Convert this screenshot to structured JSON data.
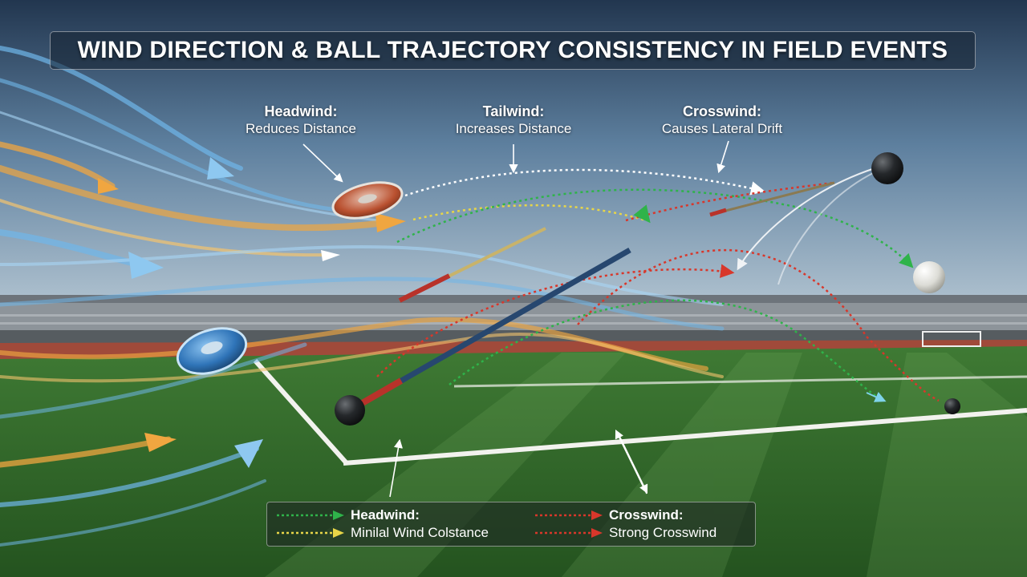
{
  "title": "WIND DIRECTION & BALL TRAJECTORY CONSISTENCY IN FIELD EVENTS",
  "callouts": {
    "headwind": {
      "heading": "Headwind:",
      "sub": "Reduces Distance"
    },
    "tailwind": {
      "heading": "Tailwind:",
      "sub": "Increases Distance"
    },
    "crosswind": {
      "heading": "Crosswind:",
      "sub": "Causes Lateral Drift"
    }
  },
  "legend": {
    "items": [
      {
        "label": "Headwind:",
        "color": "#2fb34a",
        "bold": true
      },
      {
        "label": "Minilal Wind Colstance",
        "color": "#e8d648",
        "bold": false
      },
      {
        "label": "Crosswind:",
        "color": "#d8372b",
        "bold": true
      },
      {
        "label": "Strong Crosswind",
        "color": "#d8372b",
        "bold": false
      }
    ]
  },
  "colors": {
    "sky_top": "#22364f",
    "sky_horizon": "#b7c8d4",
    "grass": "#2f6a2c",
    "wind_blue": "#6fb7ea",
    "wind_orange": "#f0a640",
    "headwind_path": "#2fb34a",
    "crosswind_path": "#d8372b",
    "tailwind_path": "#ffffff"
  },
  "icons": [
    "discus-icon",
    "discus-icon",
    "shot-put-icon",
    "shot-put-icon",
    "shot-put-icon",
    "shot-put-icon",
    "javelin-icon",
    "javelin-icon"
  ]
}
